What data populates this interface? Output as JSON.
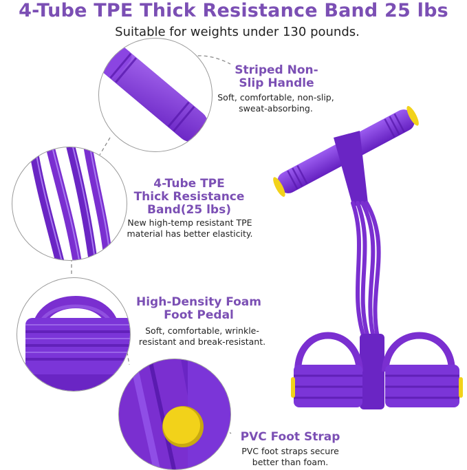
{
  "header": {
    "title": "4-Tube TPE Thick Resistance Band 25 lbs",
    "subtitle": "Suitable for weights under 130 pounds."
  },
  "features": [
    {
      "title_lines": [
        "Striped Non-",
        "Slip Handle"
      ],
      "desc_lines": [
        "Soft, comfortable, non-slip,",
        "sweat-absorbing."
      ]
    },
    {
      "title_lines": [
        "4-Tube TPE",
        "Thick Resistance",
        "Band(25 lbs)"
      ],
      "desc_lines": [
        "New high-temp resistant TPE",
        "material has better elasticity."
      ]
    },
    {
      "title_lines": [
        "High-Density Foam",
        "Foot Pedal"
      ],
      "desc_lines": [
        "Soft, comfortable, wrinkle-",
        "resistant and break-resistant."
      ]
    },
    {
      "title_lines": [
        "PVC Foot Strap"
      ],
      "desc_lines": [
        "PVC foot straps secure",
        "better than foam."
      ]
    }
  ],
  "colors": {
    "accent": "#7b4fb4",
    "product_purple": "#7a2fd0",
    "cap_yellow": "#f2d21a"
  }
}
